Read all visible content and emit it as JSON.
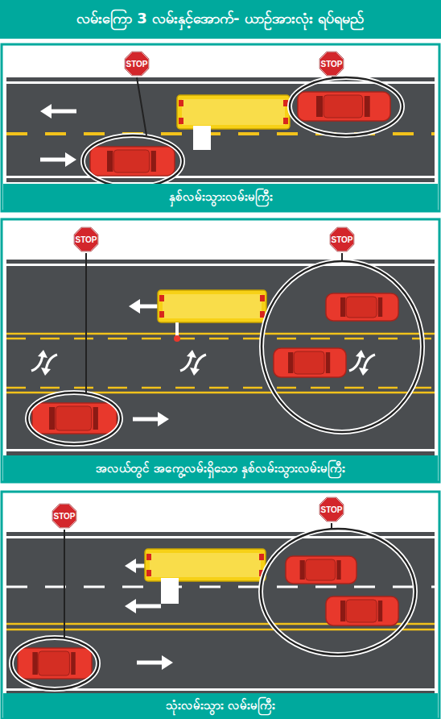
{
  "diagram": {
    "title": "လမ်းကြော 3 လမ်းနှင့်အောက်- ယာဥ်အားလုံး ရပ်ရမည်",
    "nodes": [
      {
        "text": [
          "STOP"
        ]
      },
      {
        "text": [
          "STOP"
        ]
      },
      {
        "text": [
          "နှစ်လမ်းသွားလမ်းမကြီး"
        ]
      },
      {
        "text": [
          "STOP"
        ]
      },
      {
        "text": [
          "STOP"
        ]
      },
      {
        "text": [
          "အလယ်တွင် အကွေ့လမ်းရှိသော နှစ်လမ်းသွားလမ်းမကြီး"
        ]
      },
      {
        "text": [
          "STOP"
        ]
      },
      {
        "text": [
          "STOP"
        ]
      },
      {
        "text": [
          "သုံးလမ်းသွား လမ်းမကြီး"
        ]
      }
    ]
  }
}
